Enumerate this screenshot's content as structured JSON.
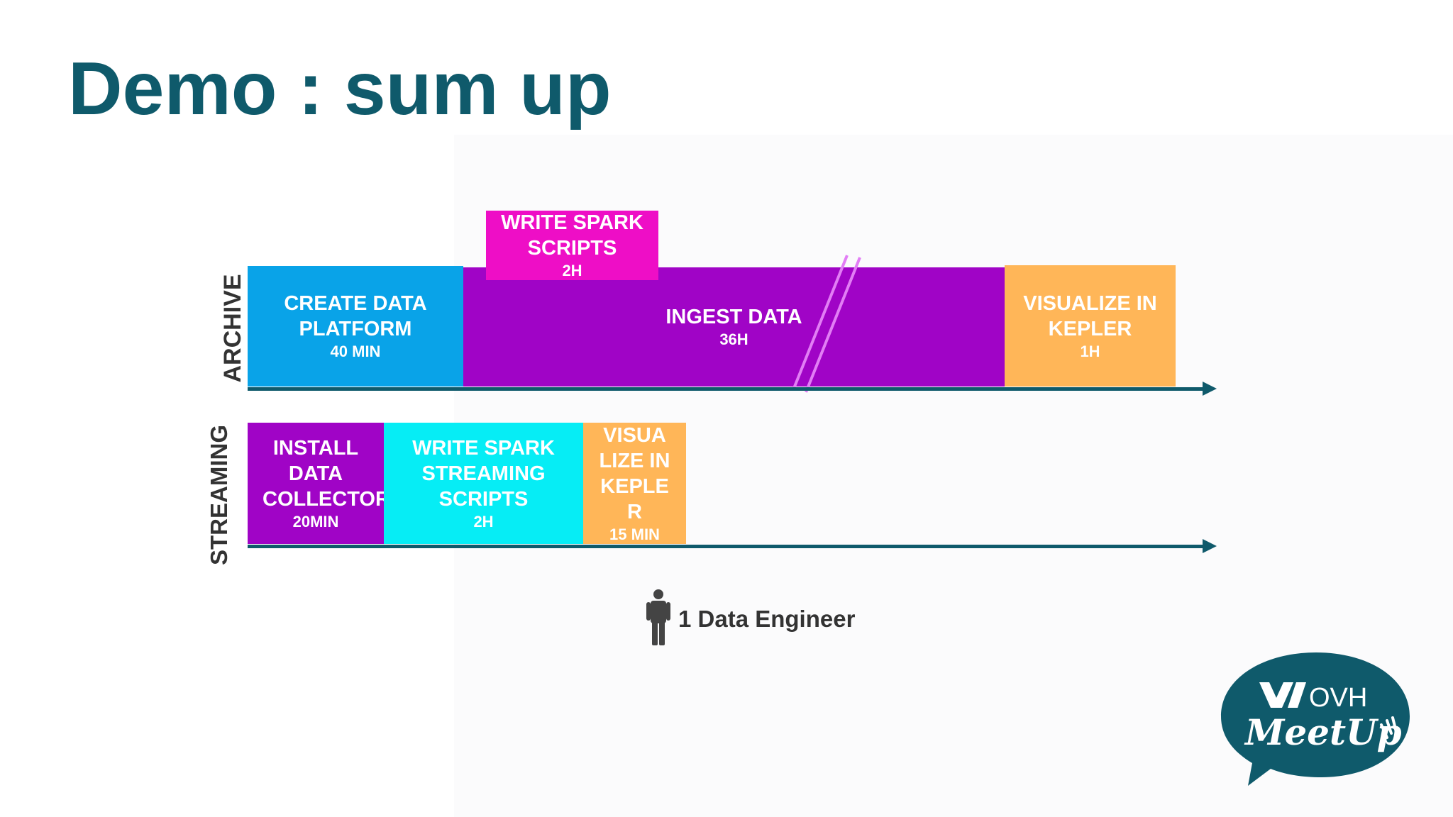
{
  "title": "Demo : sum up",
  "rows": {
    "archive": {
      "label": "ARCHIVE",
      "tasks": [
        {
          "label": "CREATE DATA PLATFORM",
          "duration": "40 MIN",
          "color": "#09a3e8"
        },
        {
          "label": "WRITE SPARK SCRIPTS",
          "duration": "2H",
          "color": "#ee0ec6"
        },
        {
          "label": "INGEST DATA",
          "duration": "36H",
          "color": "#a004c6"
        },
        {
          "label": "VISUALIZE IN KEPLER",
          "duration": "1H",
          "color": "#ffb658"
        }
      ]
    },
    "streaming": {
      "label": "STREAMING",
      "tasks": [
        {
          "label": "INSTALL DATA COLLECTOR",
          "duration": "20MIN",
          "color": "#a004c6"
        },
        {
          "label": "WRITE SPARK STREAMING SCRIPTS",
          "duration": "2H",
          "color": "#06edf5"
        },
        {
          "label": "VISUALIZE IN KEPLER",
          "duration": "15 MIN",
          "color": "#ffb658"
        }
      ]
    }
  },
  "team": {
    "text": "1 Data Engineer",
    "icon": "person-icon"
  },
  "logo": {
    "brand": "OVH",
    "tagline": "MeetUp",
    "color": "#0f5a6b"
  },
  "colors": {
    "axis": "#0f5a6b",
    "title": "#0f5a6b",
    "break_mark": "#e27ef5"
  }
}
